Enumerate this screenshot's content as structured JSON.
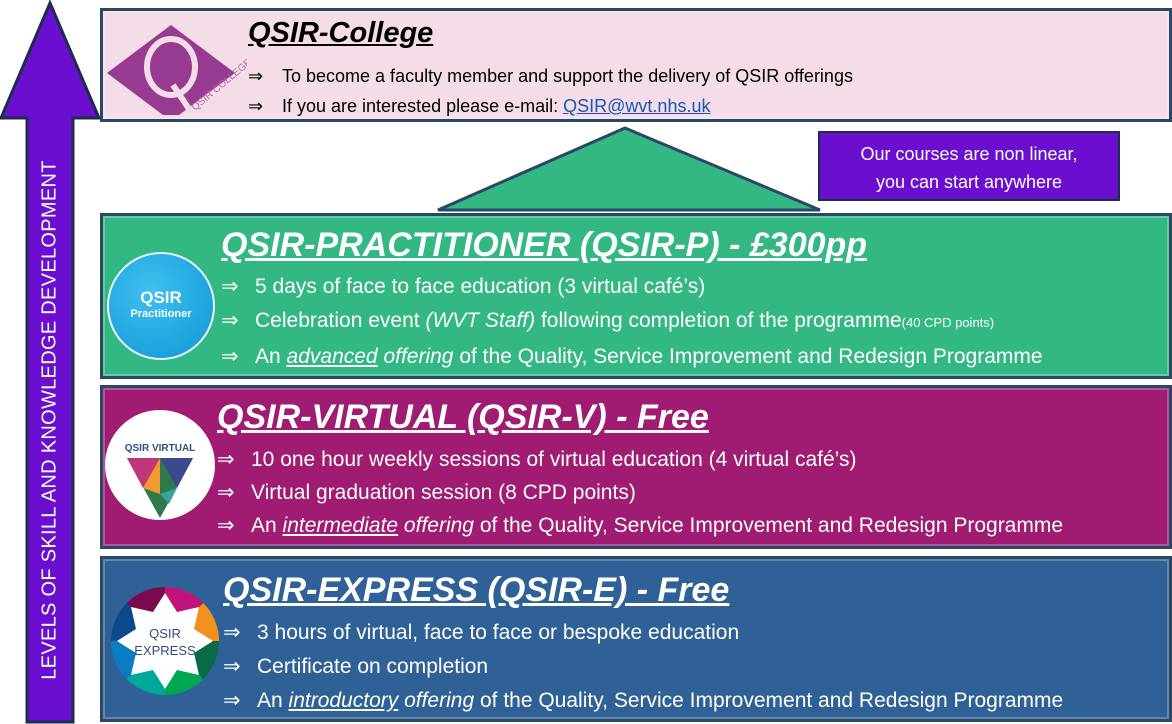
{
  "side_label": "LEVELS OF SKILL AND KNOWLEDGE DEVELOPMENT",
  "callout": {
    "line1": "Our courses are non linear,",
    "line2": "you can start anywhere"
  },
  "college": {
    "logo_text": "QSIR COLLEGE",
    "title": "QSIR-College",
    "bullets": [
      "To become a faculty member and support the delivery of QSIR offerings",
      "If you are interested please e-mail: "
    ],
    "email": "QSIR@wvt.nhs.uk"
  },
  "practitioner": {
    "logo_text": "QSIR",
    "logo_sub": "Practitioner",
    "title": "QSIR-PRACTITIONER (QSIR-P) - £300pp",
    "b1": "5 days of face to face education (3 virtual café’s)",
    "b2a": "Celebration event ",
    "b2b": "(WVT Staff)",
    "b2c": " following completion of the programme",
    "b2d": "(40 CPD points)",
    "b3a": "An ",
    "b3b": "advanced",
    "b3c": " offering",
    "b3d": " of the Quality, Service Improvement and Redesign Programme"
  },
  "virtual": {
    "logo_text": "QSIR VIRTUAL",
    "title": "QSIR-VIRTUAL (QSIR-V) - Free",
    "b1": "10 one hour weekly sessions of virtual education (4 virtual café’s)",
    "b2": "Virtual graduation session (8 CPD points)",
    "b3a": "An ",
    "b3b": "intermediate",
    "b3c": " offering",
    "b3d": " of the Quality, Service Improvement and Redesign Programme"
  },
  "express": {
    "logo_text": "QSIR",
    "logo_sub": "EXPRESS",
    "title": "QSIR-EXPRESS (QSIR-E) - Free",
    "b1": "3 hours of virtual, face to face or bespoke education",
    "b2": "Certificate on completion",
    "b3a": "An ",
    "b3b": "introductory",
    "b3c": " offering",
    "b3d": " of the Quality, Service Improvement and Redesign Programme"
  },
  "arrow_glyph": "⇒"
}
